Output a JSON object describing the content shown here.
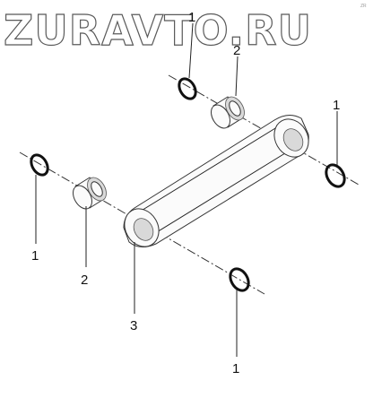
{
  "watermark": "ZURAVTO.RU",
  "corner_mark": "ZR",
  "callouts": {
    "c1": "1",
    "c2": "2",
    "c3": "1",
    "c4": "1",
    "c5": "2",
    "c6": "3",
    "c7": "1"
  }
}
